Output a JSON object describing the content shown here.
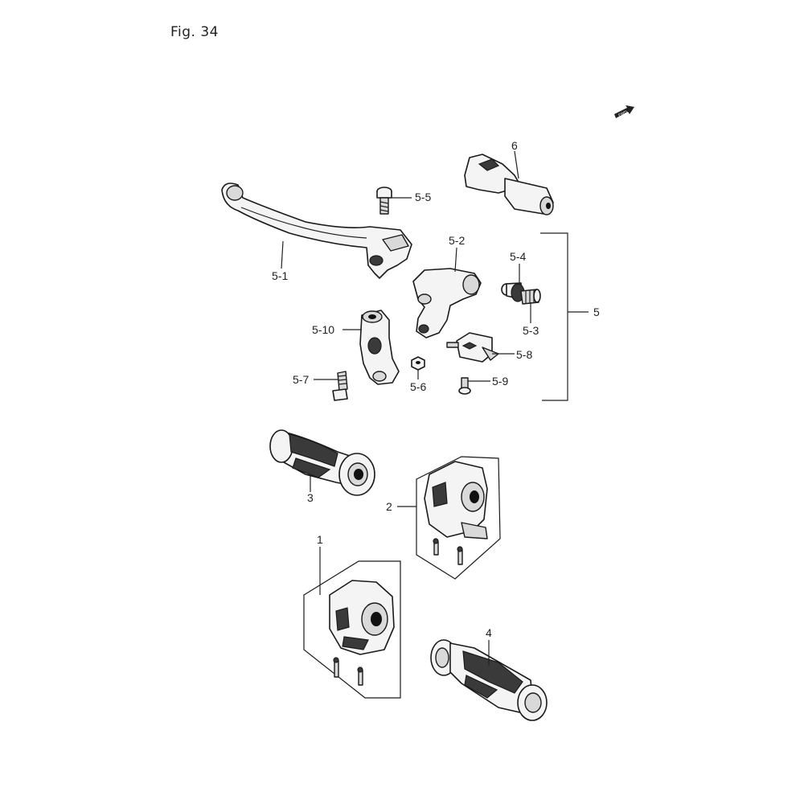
{
  "figure": {
    "title": "Fig. 34"
  },
  "fwd_label": "FWD",
  "callouts": [
    {
      "id": "c5-5",
      "label": "5-5"
    },
    {
      "id": "c6",
      "label": "6"
    },
    {
      "id": "c5-1",
      "label": "5-1"
    },
    {
      "id": "c5-2",
      "label": "5-2"
    },
    {
      "id": "c5-4",
      "label": "5-4"
    },
    {
      "id": "c5-3",
      "label": "5-3"
    },
    {
      "id": "c5",
      "label": "5"
    },
    {
      "id": "c5-10",
      "label": "5-10"
    },
    {
      "id": "c5-8",
      "label": "5-8"
    },
    {
      "id": "c5-7",
      "label": "5-7"
    },
    {
      "id": "c5-6",
      "label": "5-6"
    },
    {
      "id": "c5-9",
      "label": "5-9"
    },
    {
      "id": "c3",
      "label": "3"
    },
    {
      "id": "c2",
      "label": "2"
    },
    {
      "id": "c1",
      "label": "1"
    },
    {
      "id": "c4",
      "label": "4"
    }
  ]
}
